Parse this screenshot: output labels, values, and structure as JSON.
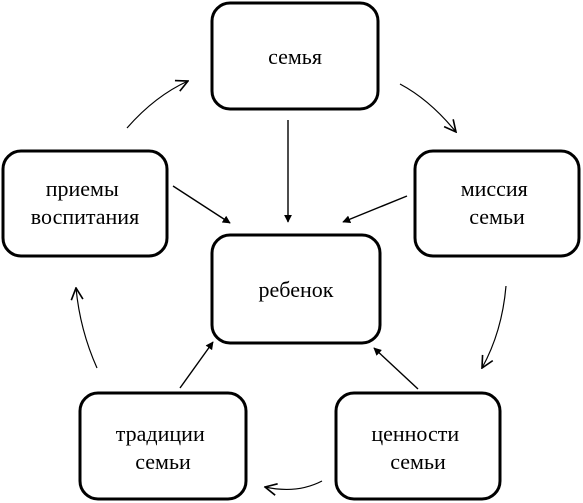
{
  "diagram": {
    "nodes": {
      "family": {
        "lines": [
          "семья"
        ]
      },
      "mission": {
        "lines": [
          "миссия",
          "семьи"
        ]
      },
      "values": {
        "lines": [
          "ценности",
          "семьи"
        ]
      },
      "traditions": {
        "lines": [
          "традиции",
          "семьи"
        ]
      },
      "methods": {
        "lines": [
          "приемы",
          "воспитания"
        ]
      },
      "child": {
        "lines": [
          "ребенок"
        ]
      }
    }
  }
}
